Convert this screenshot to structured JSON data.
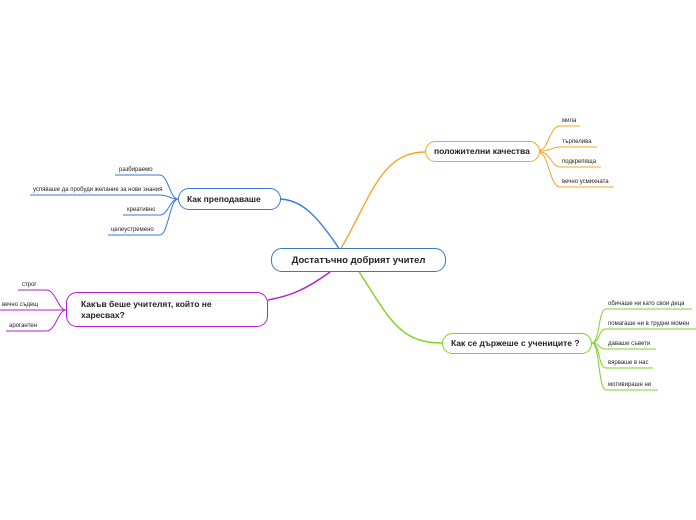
{
  "center": {
    "label": "Достатъчно добрият учител"
  },
  "branches": {
    "positive": {
      "label": "положителни качества",
      "color": "#f5a623",
      "items": [
        "мила",
        "търпелива",
        "подкрепяща",
        "вечно усмихната"
      ]
    },
    "behavior": {
      "label": "Как се държеше с учениците ?",
      "color": "#7ed321",
      "items": [
        "обичаше ни като свои деца",
        "помагаше ни в трудни момен",
        "даваше съвети",
        "вярваше в нас",
        "мотивираше ни"
      ]
    },
    "teaching": {
      "label": "Как преподаваше",
      "color": "#3a78d8",
      "items": [
        "разбираемо",
        "успяваше да пробуди желание за нови знания",
        "креативно",
        "целеустремено"
      ]
    },
    "disliked": {
      "label": "Какъв беше учителят, който не харесвах?",
      "color": "#b31fc9",
      "items": [
        "строг",
        "вечно съдещ",
        "арогантен"
      ]
    }
  }
}
